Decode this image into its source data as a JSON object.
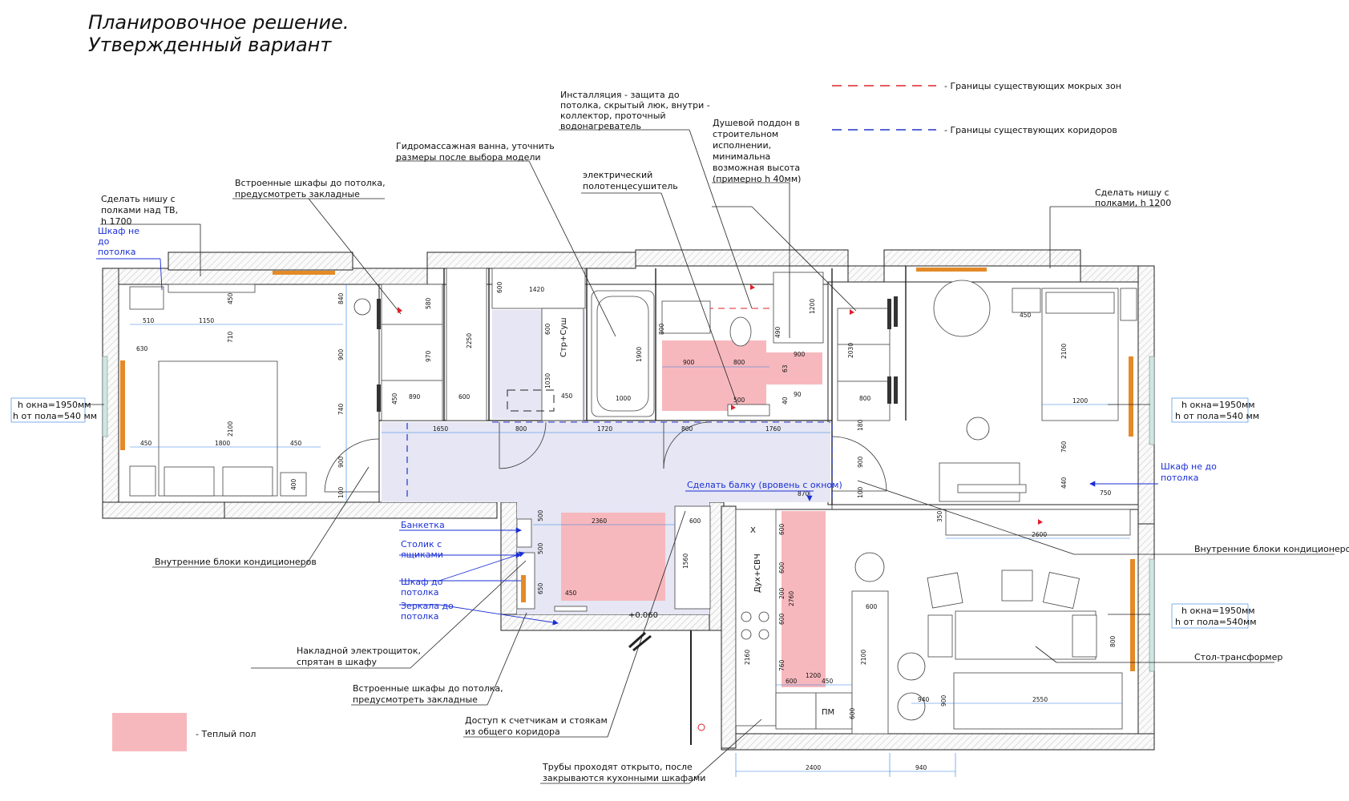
{
  "title": {
    "line1": "Планировочное решение.",
    "line2": "Утвержденный вариант"
  },
  "legend": {
    "wet_zones": "- Границы существующих мокрых зон",
    "corridors": "- Границы существующих коридоров",
    "warm_floor": "- Теплый пол",
    "colors": {
      "wet": "#e0202a",
      "corridor": "#2233cc",
      "warm": "#f7b8bd"
    }
  },
  "annotations": {
    "niche_tv": [
      "Сделать нишу с",
      "полками над ТВ,",
      "h 1700"
    ],
    "wardrobe_not_floor_left": [
      "Шкаф не",
      "до",
      "потолка"
    ],
    "builtin_top": [
      "Встроенные шкафы до потолка,",
      "предусмотреть закладные"
    ],
    "jacuzzi": [
      "Гидромассажная ванна, уточнить",
      "размеры после выбора модели"
    ],
    "installation": [
      "Инсталляция - защита до",
      "потолка, скрытый люк, внутри -",
      "коллектор, проточный",
      "водонагреватель"
    ],
    "towel": [
      "электрический",
      "полотенцесушитель"
    ],
    "shower": [
      "Душевой поддон в",
      "строительном",
      "исполнении,",
      "минимальна",
      "возможная высота",
      "(примерно h 40мм)"
    ],
    "niche_right": [
      "Сделать нишу с",
      "полками, h 1200"
    ],
    "window_left": [
      "h окна=1950мм",
      "h от пола=540 мм"
    ],
    "window_right_top": [
      "h окна=1950мм",
      "h от пола=540 мм"
    ],
    "window_right_bottom": [
      "h окна=1950мм",
      "h от пола=540мм"
    ],
    "wardrobe_not_floor_right": [
      "Шкаф не до",
      "потолка"
    ],
    "beam": "Сделать балку (вровень с окном)",
    "ac_left": "Внутренние блоки кондиционеров",
    "ac_right": "Внутренние блоки кондиционеров",
    "banketka": "Банкетка",
    "table_drawers": [
      "Столик с",
      "ящиками"
    ],
    "wardrobe_ceiling": [
      "Шкаф до",
      "потолка"
    ],
    "mirror": [
      "Зеркала до",
      "потолка"
    ],
    "panel": [
      "Накладной электрощиток,",
      "спрятан в шкафу"
    ],
    "builtin_bottom": [
      "Встроенные шкафы до потолка,",
      "предусмотреть закладные"
    ],
    "meters": [
      "Доступ к счетчикам и стоякам",
      "из общего коридора"
    ],
    "pipes": [
      "Трубы проходят открыто, после",
      "закрываются кухонными шкафами"
    ],
    "transformer_table": "Стол-трансформер",
    "level": "+0.060",
    "fridge": "Стр+Суш",
    "oven": "Дух+СВЧ",
    "dishwasher": "ПМ"
  },
  "dimensions": {
    "bedroom_left": [
      "510",
      "1150",
      "630",
      "450",
      "1800",
      "450",
      "840",
      "900",
      "740",
      "710",
      "2100",
      "450",
      "400",
      "900",
      "100"
    ],
    "closets": [
      "580",
      "970",
      "2250",
      "890",
      "600",
      "450",
      "1420",
      "600",
      "1030",
      "450",
      "600"
    ],
    "bath": [
      "1900",
      "1000",
      "800",
      "900",
      "800",
      "500",
      "490",
      "1200",
      "900",
      "63",
      "40",
      "90"
    ],
    "corridor": [
      "1650",
      "800",
      "1720",
      "800",
      "1760",
      "2030",
      "800",
      "180",
      "900",
      "100",
      "870"
    ],
    "bedroom_right": [
      "450",
      "2100",
      "1200",
      "760",
      "440",
      "750"
    ],
    "hall": [
      "500",
      "500",
      "650",
      "2360",
      "450",
      "600",
      "1560"
    ],
    "kitchen": [
      "350",
      "2600",
      "600",
      "600",
      "200",
      "2760",
      "600",
      "760",
      "2160",
      "2100",
      "600",
      "1200",
      "600",
      "450",
      "600",
      "800",
      "940",
      "2550",
      "900",
      "2400",
      "940"
    ]
  }
}
